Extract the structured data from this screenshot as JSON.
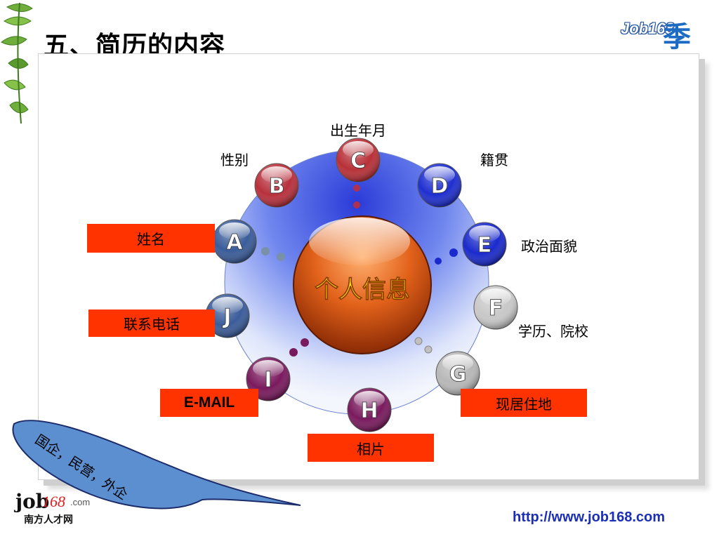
{
  "title": "五、简历的内容",
  "logo_top": {
    "text": "Job168",
    "big": "季"
  },
  "center": {
    "label": "个人信息"
  },
  "nodes": [
    {
      "letter": "A",
      "label": "姓名",
      "color": "#3a5c9a"
    },
    {
      "letter": "B",
      "label": "性别",
      "color": "#b8303c"
    },
    {
      "letter": "C",
      "label": "出生年月",
      "color": "#b83038"
    },
    {
      "letter": "D",
      "label": "籍贯",
      "color": "#1f2fd0"
    },
    {
      "letter": "E",
      "label": "政治面貌",
      "color": "#1a2acc"
    },
    {
      "letter": "F",
      "label": "学历、院校",
      "color": "#c8c8c8"
    },
    {
      "letter": "G",
      "label": "现居住地",
      "color": "#b8b8b8"
    },
    {
      "letter": "H",
      "label": "相片",
      "color": "#7a1a5e"
    },
    {
      "letter": "I",
      "label": "E-MAIL",
      "color": "#7a1a5e"
    },
    {
      "letter": "J",
      "label": "联系电话",
      "color": "#3a5c9a"
    }
  ],
  "callout": {
    "text": "国企，民营，外企"
  },
  "footer": {
    "url": "http://www.job168.com",
    "logo_job": "job",
    "logo_num": "168",
    "logo_com": ".com",
    "logo_sub": "南方人才网"
  }
}
